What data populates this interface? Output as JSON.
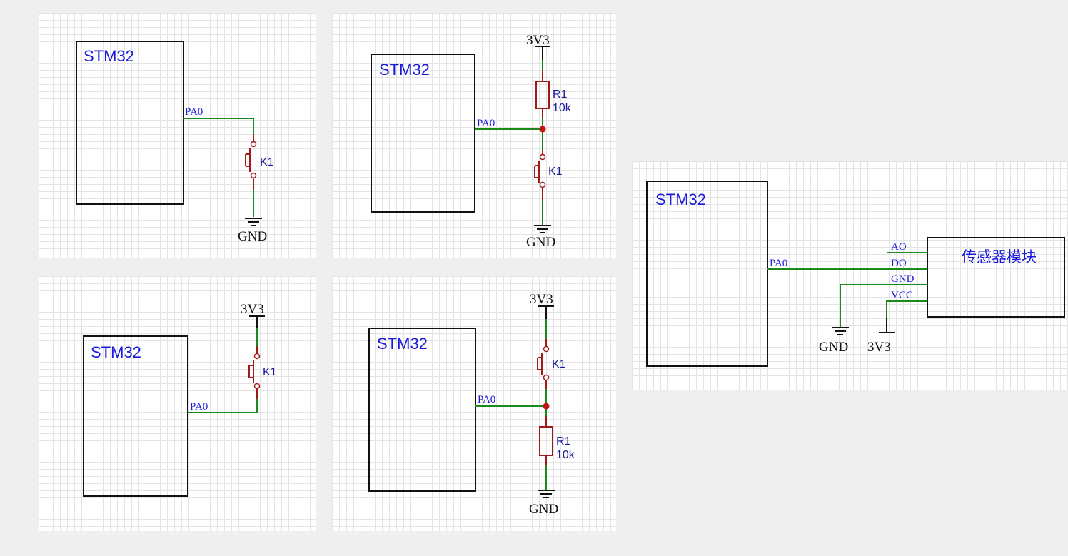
{
  "panels": {
    "p1": {
      "mcu": "STM32",
      "pin": "PA0",
      "switch": "K1",
      "gnd": "GND"
    },
    "p2": {
      "mcu": "STM32",
      "pin": "PA0",
      "vcc": "3V3",
      "res_ref": "R1",
      "res_val": "10k",
      "switch": "K1",
      "gnd": "GND"
    },
    "p3": {
      "mcu": "STM32",
      "pin": "PA0",
      "vcc": "3V3",
      "switch": "K1"
    },
    "p4": {
      "mcu": "STM32",
      "pin": "PA0",
      "vcc": "3V3",
      "switch": "K1",
      "res_ref": "R1",
      "res_val": "10k",
      "gnd": "GND"
    },
    "p5": {
      "mcu": "STM32",
      "pin": "PA0",
      "module": "传感器模块",
      "module_pins": [
        "AO",
        "DO",
        "GND",
        "VCC"
      ],
      "gnd": "GND",
      "vcc": "3V3"
    }
  },
  "colors": {
    "wire": "#1a8a1a",
    "component": "#a01818",
    "label": "#1a1adc",
    "junction": "#c81414",
    "outline": "#111111"
  }
}
